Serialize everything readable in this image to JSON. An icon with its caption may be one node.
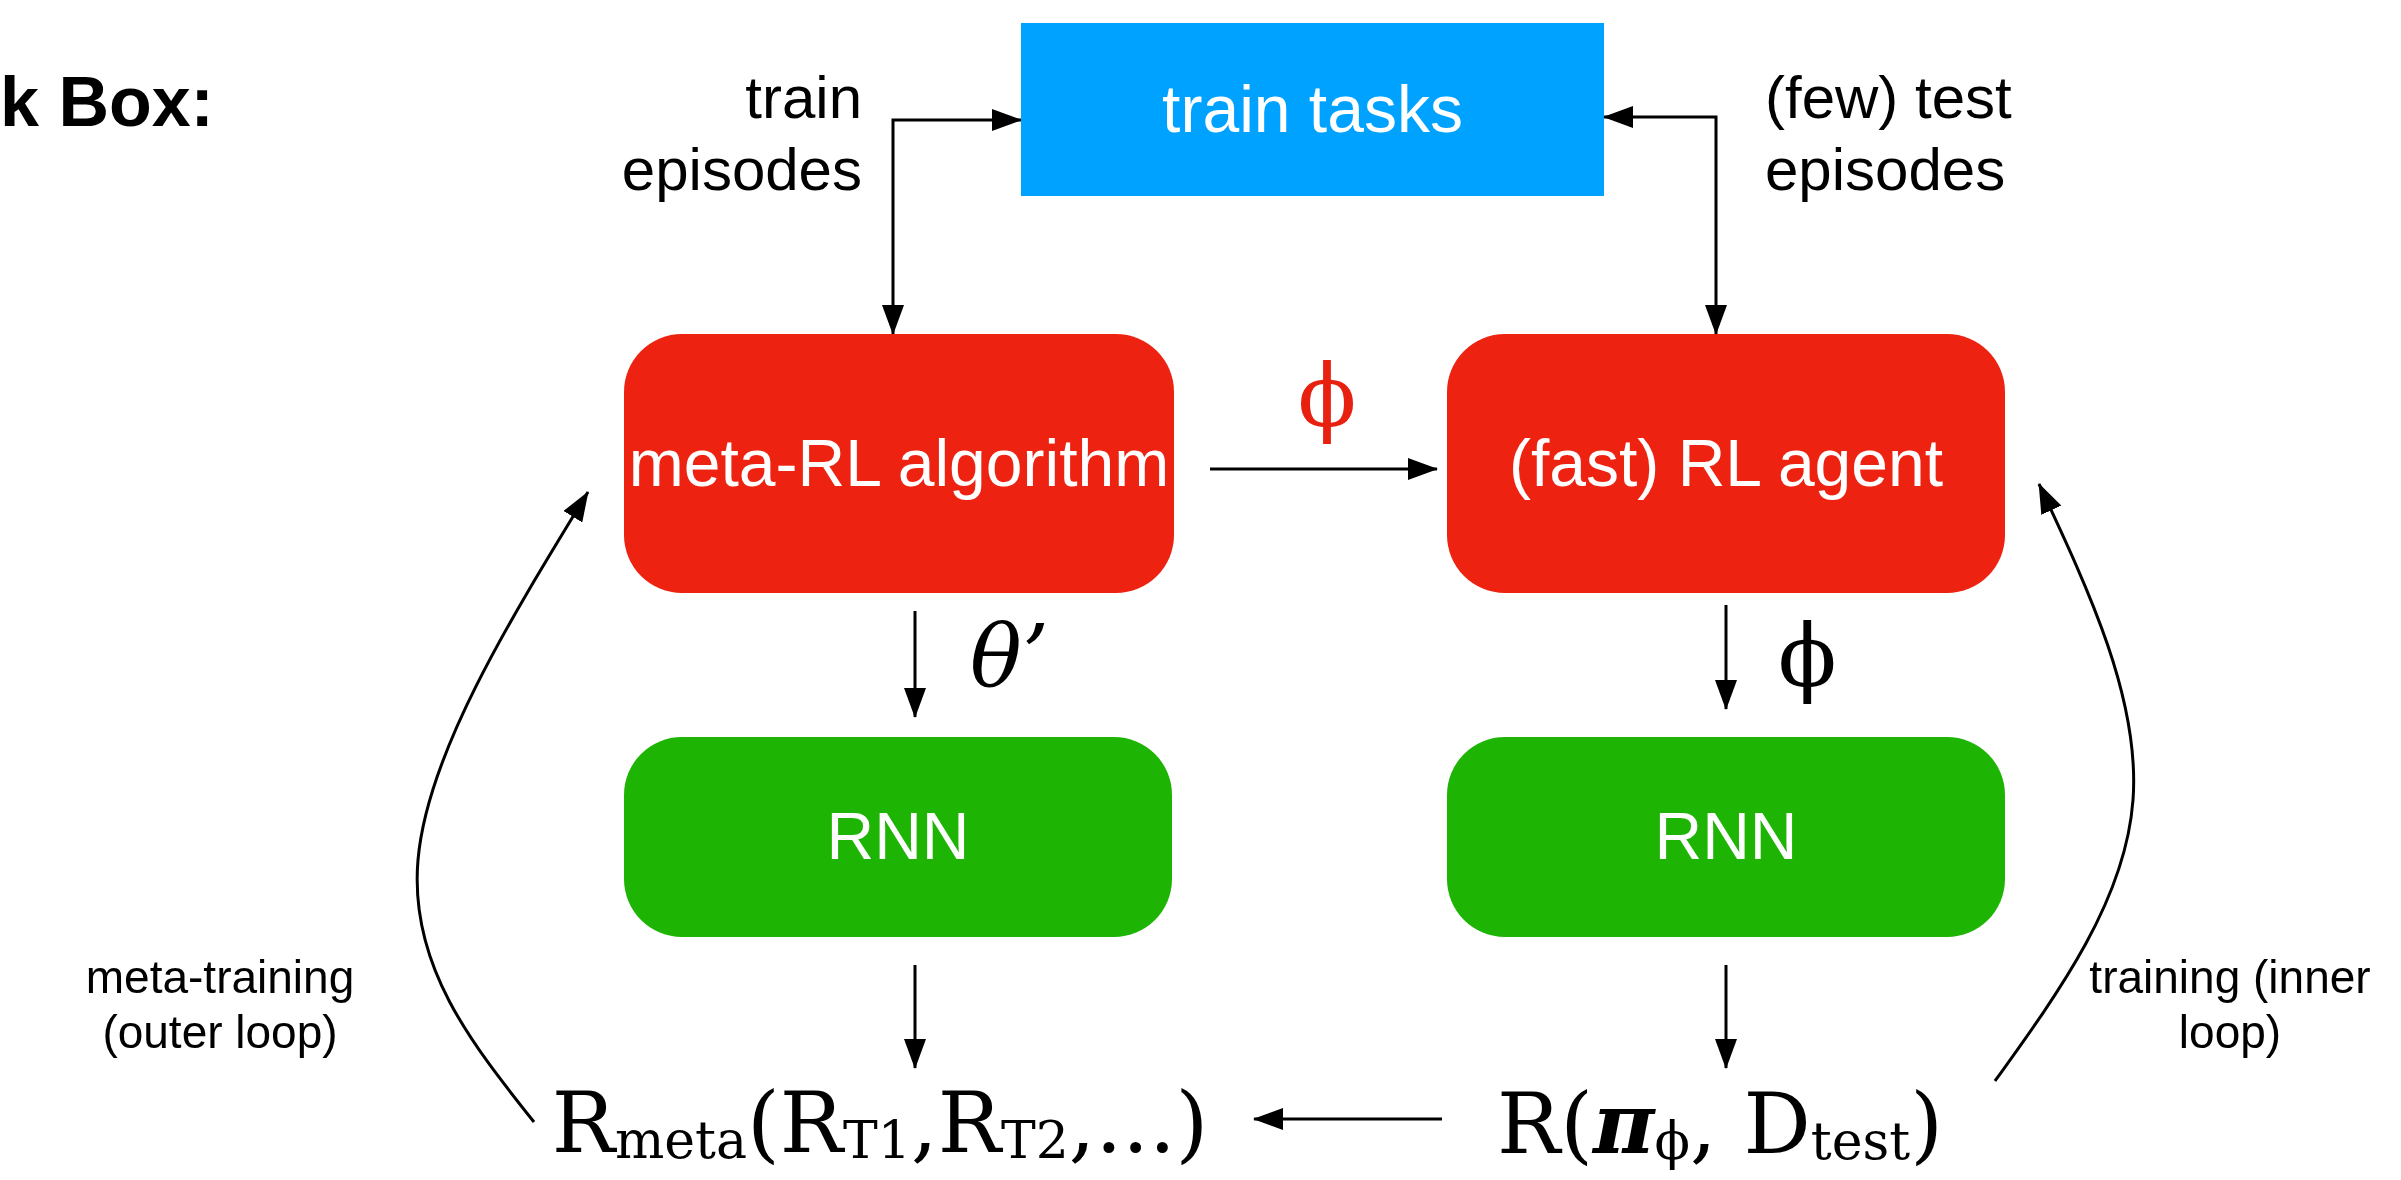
{
  "diagram": {
    "nodes": [
      {
        "text": [
          "train tasks"
        ]
      },
      {
        "text": [
          "meta-RL algorithm"
        ]
      },
      {
        "text": [
          "(fast) RL agent"
        ]
      },
      {
        "text": [
          "RNN"
        ]
      },
      {
        "text": [
          "RNN"
        ]
      },
      {
        "text": [
          "R$_{meta}$(R$_{T1}$,R$_{T2}$,...)"
        ]
      },
      {
        "text": [
          "R(**π**$_{ϕ}$, D$_{test}$)"
        ]
      }
    ],
    "edges": [
      {
        "from": 0,
        "to": 1,
        "arrow": "both",
        "label": "train episodes"
      },
      {
        "from": 0,
        "to": 2,
        "arrow": "both",
        "label": "(few) test episodes"
      },
      {
        "from": 1,
        "to": 2,
        "arrow": "to",
        "label": "ϕ"
      },
      {
        "from": 1,
        "to": 3,
        "arrow": "to",
        "label": "θ’"
      },
      {
        "from": 2,
        "to": 4,
        "arrow": "to",
        "label": "ϕ"
      },
      {
        "from": 3,
        "to": 5,
        "arrow": "to"
      },
      {
        "from": 4,
        "to": 6,
        "arrow": "to"
      },
      {
        "from": 6,
        "to": 5,
        "arrow": "to"
      },
      {
        "from": 5,
        "to": 1,
        "arrow": "to",
        "label": "meta-training (outer loop)"
      },
      {
        "from": 6,
        "to": 2,
        "arrow": "to",
        "label": "training (inner loop)"
      }
    ],
    "labels": [
      "k Box:"
    ]
  }
}
